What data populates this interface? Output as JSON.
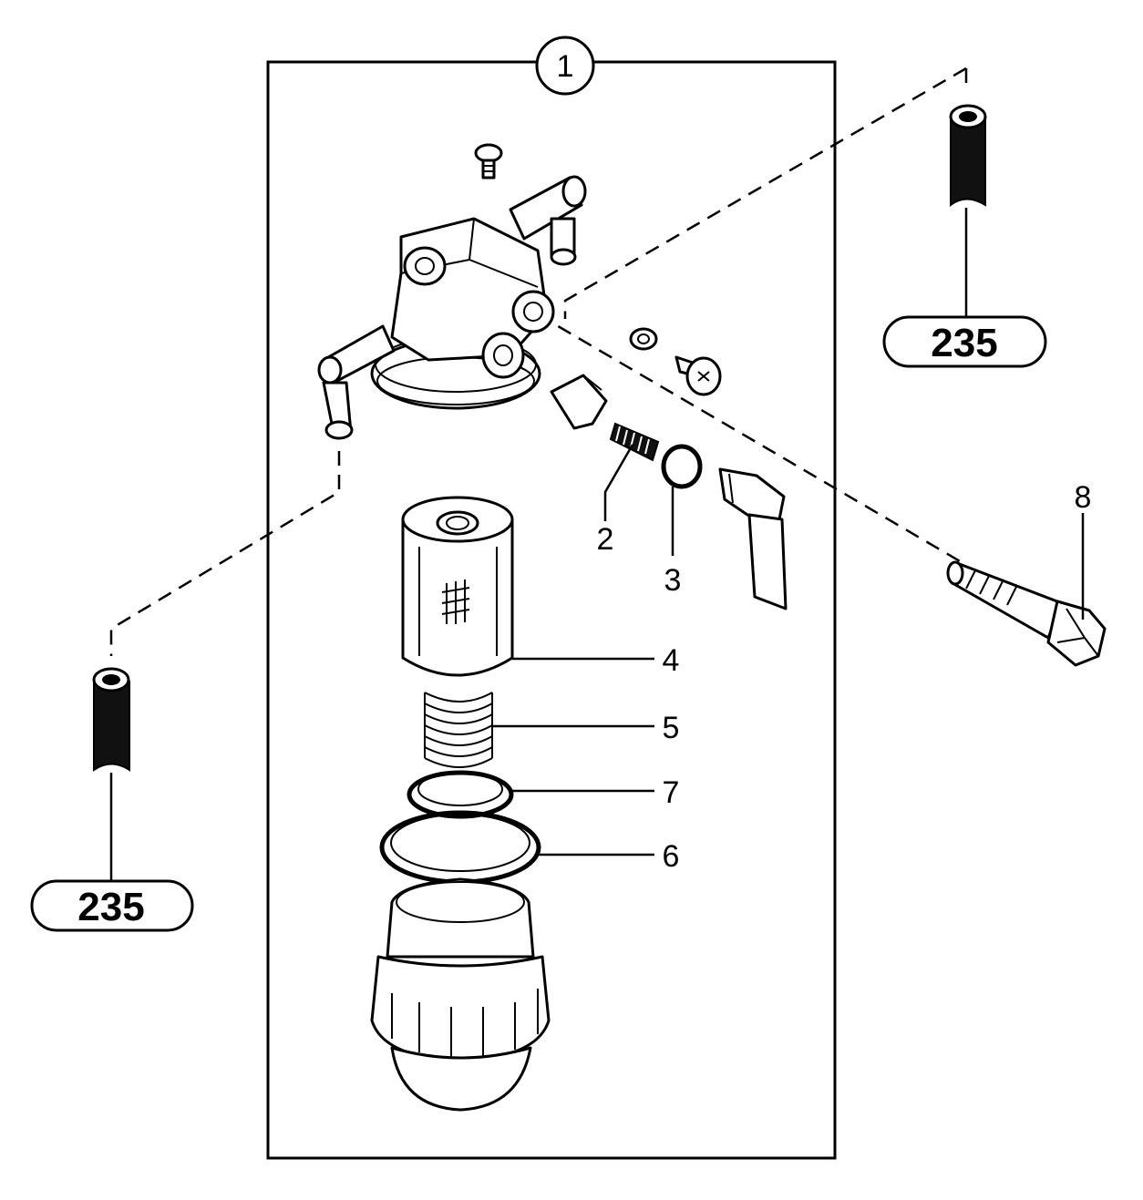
{
  "callouts": {
    "assembly": "1",
    "item_2": "2",
    "item_3": "3",
    "item_4": "4",
    "item_5": "5",
    "item_6": "6",
    "item_7": "7",
    "item_8": "8"
  },
  "references": {
    "top_right": "235",
    "bottom_left": "235"
  },
  "colors": {
    "ink": "#000000",
    "paper": "#ffffff"
  }
}
